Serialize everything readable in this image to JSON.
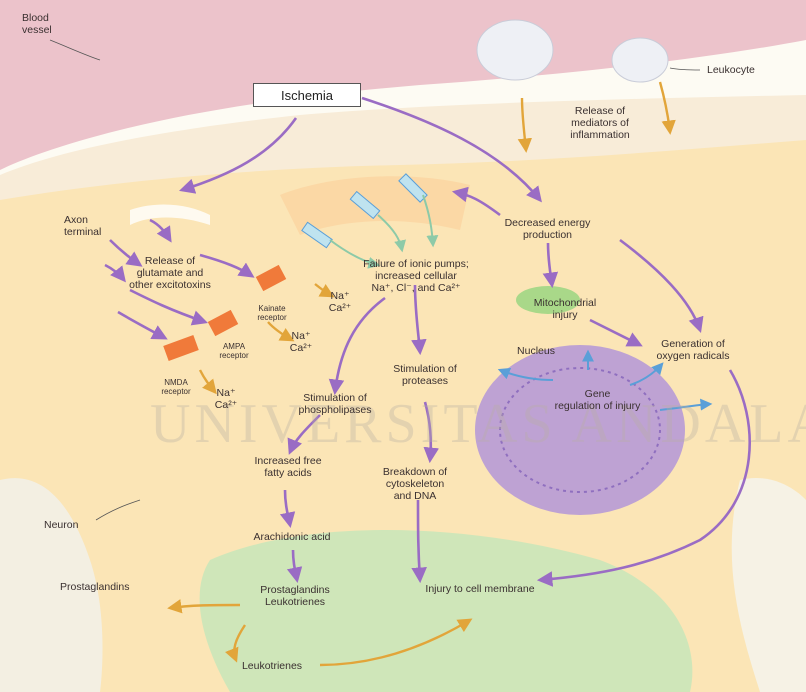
{
  "labels": {
    "blood_vessel": "Blood\nvessel",
    "leukocyte": "Leukocyte",
    "ischemia": "Ischemia",
    "release_mediators": "Release of\nmediators of\ninflammation",
    "axon_terminal": "Axon\nterminal",
    "release_glutamate": "Release of\nglutamate and\nother excitotoxins",
    "kainate_receptor": "Kainate\nreceptor",
    "ampa_receptor": "AMPA\nreceptor",
    "nmda_receptor": "NMDA\nreceptor",
    "ions_kainate": "Na⁺\nCa²⁺",
    "ions_ampa": "Na⁺\nCa²⁺",
    "ions_nmda": "Na⁺\nCa²⁺",
    "failure_pumps": "Failure of ionic pumps;\nincreased cellular\nNa⁺, Cl⁻, and Ca²⁺",
    "decreased_energy": "Decreased energy\nproduction",
    "mitochondrial_injury": "Mitochondrial\ninjury",
    "generation_radicals": "Generation of\noxygen radicals",
    "nucleus": "Nucleus",
    "stimulation_proteases": "Stimulation of\nproteases",
    "gene_regulation": "Gene\nregulation of injury",
    "stimulation_phospholipases": "Stimulation of\nphospholipases",
    "increased_ffa": "Increased free\nfatty acids",
    "breakdown_cytoskeleton": "Breakdown of\ncytoskeleton\nand DNA",
    "neuron": "Neuron",
    "arachidonic_acid": "Arachidonic acid",
    "prostaglandins_left": "Prostaglandins",
    "prostaglandins_leukotrienes": "Prostaglandins\nLeukotrienes",
    "injury_membrane": "Injury to cell membrane",
    "leukotrienes": "Leukotrienes"
  },
  "watermark": "UNIVERSITAS ANDALAS",
  "colors": {
    "pathway_arrow": "#9a6cc4",
    "inflammation_arrow": "#e2a53a",
    "nucleus_arrow": "#5a9fd8",
    "blood_vessel": "#e7bcc4",
    "neuron_body": "#fbe6b8",
    "nucleus_fill": "#b79ad6",
    "receptor": "#f07a3a"
  }
}
